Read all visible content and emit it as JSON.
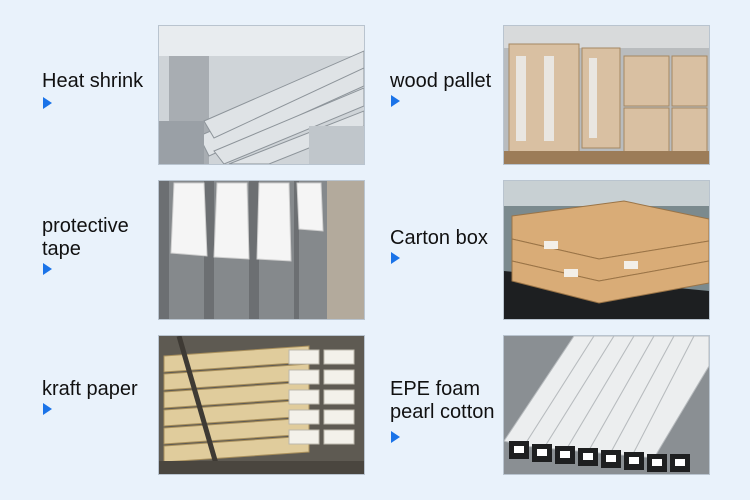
{
  "items": [
    {
      "label": "Heat shrink",
      "image": "aluminum-profiles-heat-shrink-photo"
    },
    {
      "label": "wood pallet",
      "image": "wood-pallet-crates-photo"
    },
    {
      "label": "protective tape",
      "line1": "protective",
      "line2": "tape",
      "image": "protective-tape-profiles-photo"
    },
    {
      "label": "Carton box",
      "image": "carton-boxes-photo"
    },
    {
      "label": "kraft paper",
      "image": "kraft-paper-bundles-photo"
    },
    {
      "label": "EPE foam pearl cotton",
      "line1": "EPE foam",
      "line2": "pearl cotton",
      "image": "epe-foam-wrapped-profiles-photo"
    }
  ],
  "colors": {
    "background": "#e9f2fb",
    "arrow": "#1a73e8",
    "text": "#111111"
  }
}
